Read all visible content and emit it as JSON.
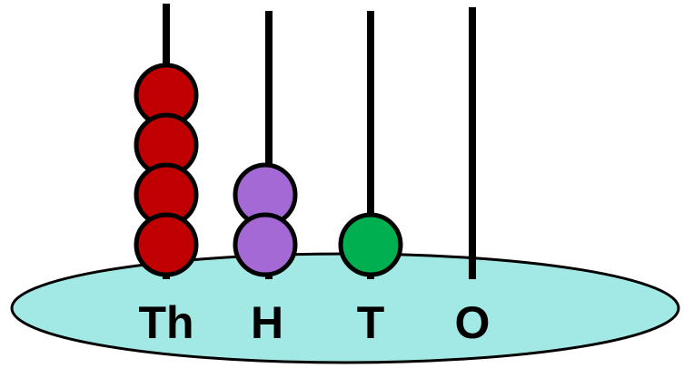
{
  "abacus": {
    "base_color": "#a2e8e5",
    "outline_color": "#000000",
    "columns": [
      {
        "label": "Th",
        "bead_count": 4,
        "bead_color": "#c00000"
      },
      {
        "label": "H",
        "bead_count": 2,
        "bead_color": "#a569d5"
      },
      {
        "label": "T",
        "bead_count": 1,
        "bead_color": "#00b050"
      },
      {
        "label": "O",
        "bead_count": 0,
        "bead_color": ""
      }
    ]
  }
}
